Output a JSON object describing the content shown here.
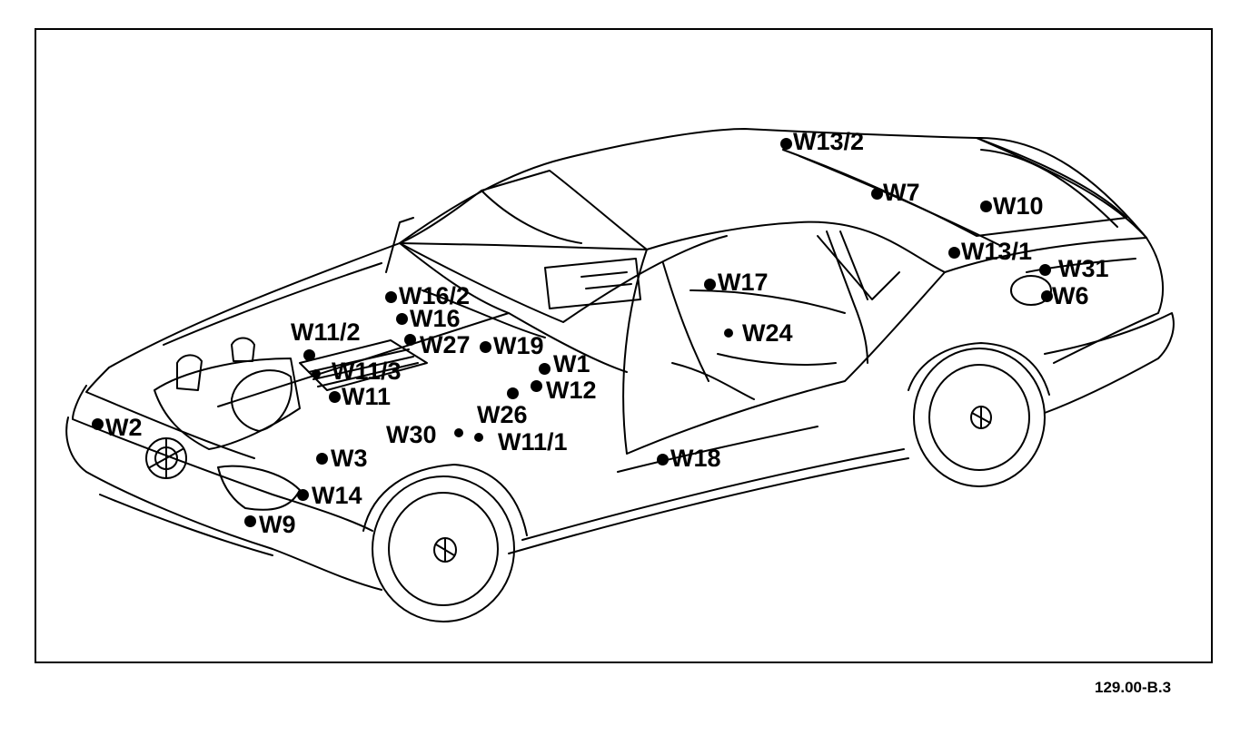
{
  "figure_ref": "129.00-B.3",
  "callouts": {
    "w13_2": "W13/2",
    "w7": "W7",
    "w10": "W10",
    "w13_1": "W13/1",
    "w31": "W31",
    "w6": "W6",
    "w17": "W17",
    "w24": "W24",
    "w16_2": "W16/2",
    "w16": "W16",
    "w11_2": "W11/2",
    "w27": "W27",
    "w19": "W19",
    "w11_3": "W11/3",
    "w1": "W1",
    "w12": "W12",
    "w11": "W11",
    "w26": "W26",
    "w2": "W2",
    "w30": "W30",
    "w11_1": "W11/1",
    "w3": "W3",
    "w18": "W18",
    "w14": "W14",
    "w9": "W9"
  },
  "colors": {
    "line": "#000000",
    "background": "#ffffff"
  }
}
